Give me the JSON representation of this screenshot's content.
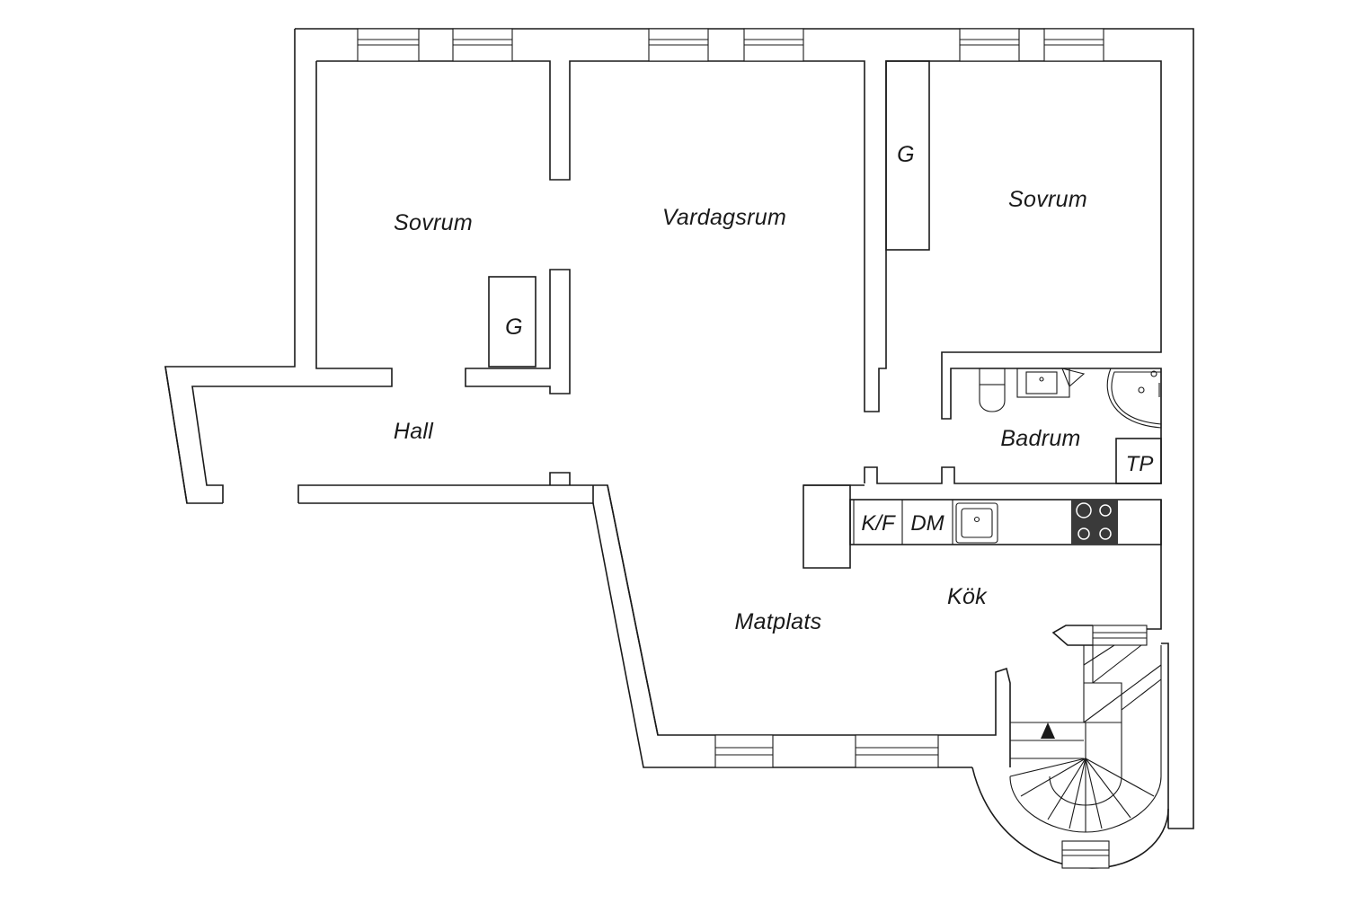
{
  "rooms": {
    "sovrum_left": "Sovrum",
    "vardagsrum": "Vardagsrum",
    "sovrum_right": "Sovrum",
    "hall": "Hall",
    "badrum": "Badrum",
    "kok": "Kök",
    "matplats": "Matplats"
  },
  "fixtures": {
    "g_left": "G",
    "g_right": "G",
    "tp": "TP",
    "kf": "K/F",
    "dm": "DM"
  },
  "colors": {
    "line": "#1a1a1a",
    "background": "#ffffff",
    "stove": "#3a3a3a"
  }
}
